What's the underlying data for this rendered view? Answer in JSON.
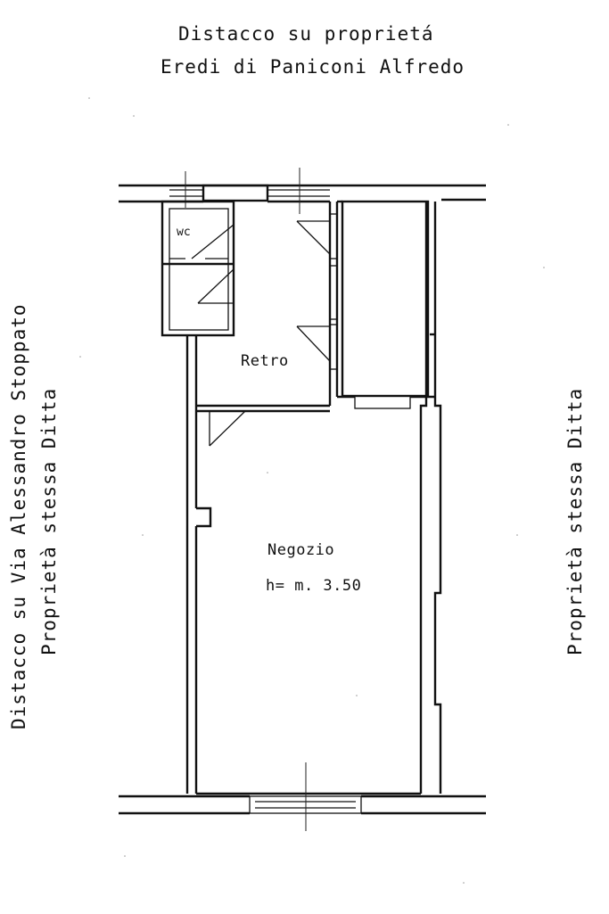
{
  "labels": {
    "top_line1": "Distacco su proprietá",
    "top_line2": "Eredi di Paniconi Alfredo",
    "left_line1": "Distacco su Via Alessandro Stoppato",
    "left_line2": "Proprietà stessa Ditta",
    "right_line1": "Proprietà stessa Ditta"
  },
  "rooms": {
    "wc": "wc",
    "retro": "Retro",
    "negozio": "Negozio",
    "height": "h= m. 3.50"
  },
  "colors": {
    "ink": "#111111",
    "paper": "#ffffff"
  }
}
